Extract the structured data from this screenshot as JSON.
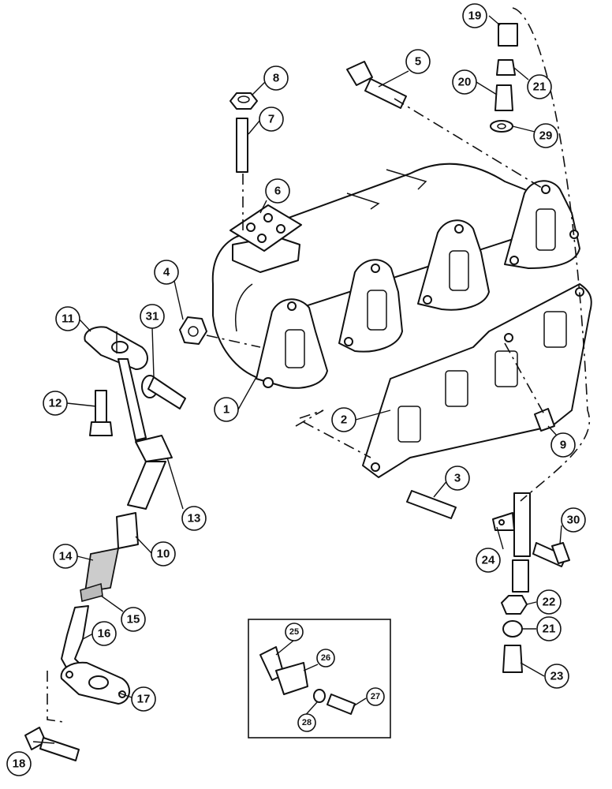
{
  "diagram": {
    "callouts": [
      "1",
      "2",
      "3",
      "4",
      "5",
      "6",
      "7",
      "8",
      "9",
      "10",
      "11",
      "12",
      "13",
      "14",
      "15",
      "16",
      "17",
      "18",
      "19",
      "20",
      "21",
      "21",
      "22",
      "23",
      "24",
      "25",
      "26",
      "27",
      "28",
      "29",
      "30",
      "31"
    ]
  }
}
